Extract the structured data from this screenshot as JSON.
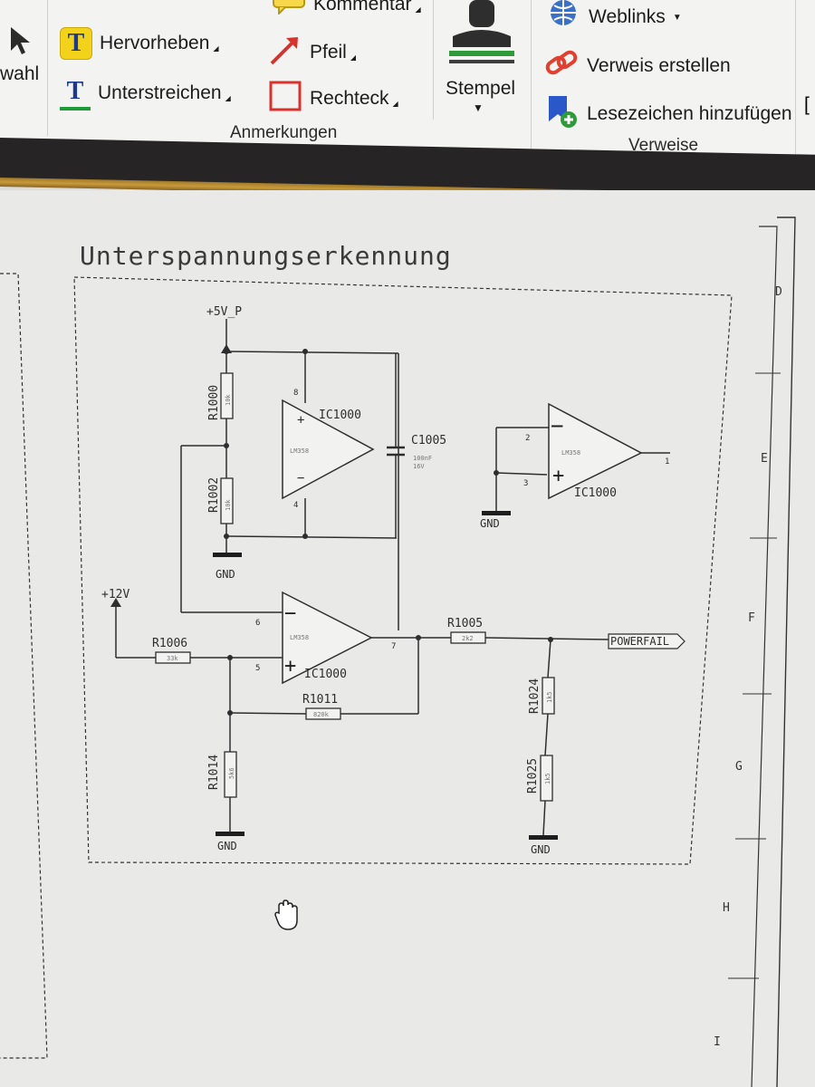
{
  "ribbon": {
    "items": {
      "partial_top_left": "wahl",
      "hervorheben": "Hervorheben",
      "unterstreichen": "Unterstreichen",
      "kommentar": "Kommentar",
      "pfeil": "Pfeil",
      "rechteck": "Rechteck",
      "stempel": "Stempel",
      "weblinks": "Weblinks",
      "verweis": "Verweis erstellen",
      "lesezeichen": "Lesezeichen hinzufügen"
    },
    "groups": {
      "anmerkungen": "Anmerkungen",
      "verweise": "Verweise"
    }
  },
  "schematic": {
    "title": "Unterspannungserkennung",
    "nets": {
      "p5v": "+5V_P",
      "p12v": "+12V",
      "gnd": "GND",
      "powerfail": "POWERFAIL"
    },
    "parts": {
      "r1000": {
        "ref": "R1000",
        "value": "10k"
      },
      "r1002": {
        "ref": "R1002",
        "value": "10k"
      },
      "r1005": {
        "ref": "R1005",
        "value": "2k2"
      },
      "r1006": {
        "ref": "R1006",
        "value": "33k"
      },
      "r1011": {
        "ref": "R1011",
        "value": "820k"
      },
      "r1014": {
        "ref": "R1014",
        "value": "5k6"
      },
      "r1024": {
        "ref": "R1024",
        "value": "1k5"
      },
      "r1025": {
        "ref": "R1025",
        "value": "1k5"
      },
      "c1005": {
        "ref": "C1005",
        "value": "100nF",
        "voltage": "16V"
      },
      "ic1000": {
        "ref": "IC1000",
        "type": "LM358"
      }
    },
    "pins": {
      "p1": "1",
      "p2": "2",
      "p3": "3",
      "p4": "4",
      "p5": "5",
      "p6": "6",
      "p7": "7",
      "p8": "8"
    },
    "border_letters": [
      "D",
      "E",
      "F",
      "G",
      "H",
      "I"
    ]
  },
  "colors": {
    "ribbon_bg": "#f3f3f1",
    "dark_bar": "#262424",
    "gold_bar": "#b88a30",
    "sheet_bg": "#e9e9e7"
  }
}
